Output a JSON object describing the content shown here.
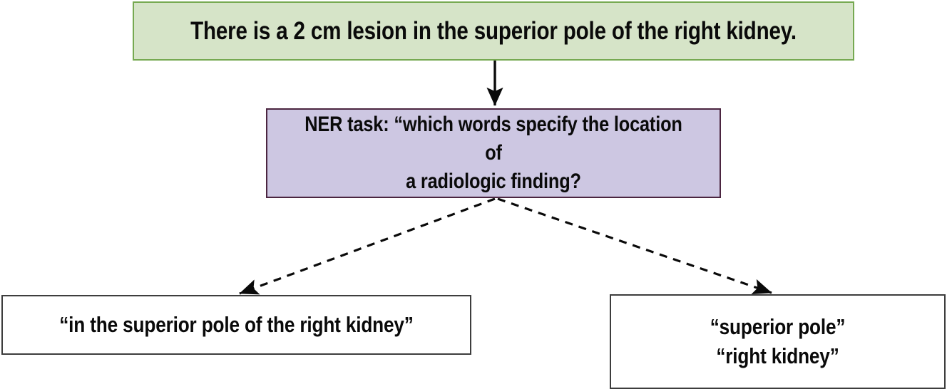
{
  "diagram": {
    "type": "flowchart",
    "background_color": "#ffffff",
    "nodes": {
      "source_sentence": {
        "label": "There is a 2 cm lesion in the superior pole of the right kidney.",
        "fill_color": "#d6e4c8",
        "border_color": "#76a951",
        "text_color": "#0a0a0a"
      },
      "task_prompt": {
        "label": "NER task: “which words specify the location of\na radiologic finding?",
        "fill_color": "#cdc7e2",
        "border_color": "#4b2540",
        "text_color": "#0a0a0a"
      },
      "output_span": {
        "label": "“in the superior pole of the right kidney”",
        "fill_color": "#ffffff",
        "border_color": "#3d3d3d",
        "text_color": "#0a0a0a"
      },
      "output_entities": {
        "label": "“superior pole”\n“right kidney”",
        "fill_color": "#ffffff",
        "border_color": "#3d3d3d",
        "text_color": "#0a0a0a"
      }
    },
    "edges": [
      {
        "name": "sentence-to-task",
        "from": "source_sentence",
        "to": "task_prompt",
        "style": "solid",
        "color": "#0a0a0a",
        "arrowhead": "filled"
      },
      {
        "name": "task-to-output-span",
        "from": "task_prompt",
        "to": "output_span",
        "style": "dashed",
        "color": "#0a0a0a",
        "arrowhead": "filled"
      },
      {
        "name": "task-to-output-entities",
        "from": "task_prompt",
        "to": "output_entities",
        "style": "dashed",
        "color": "#0a0a0a",
        "arrowhead": "filled"
      }
    ]
  }
}
